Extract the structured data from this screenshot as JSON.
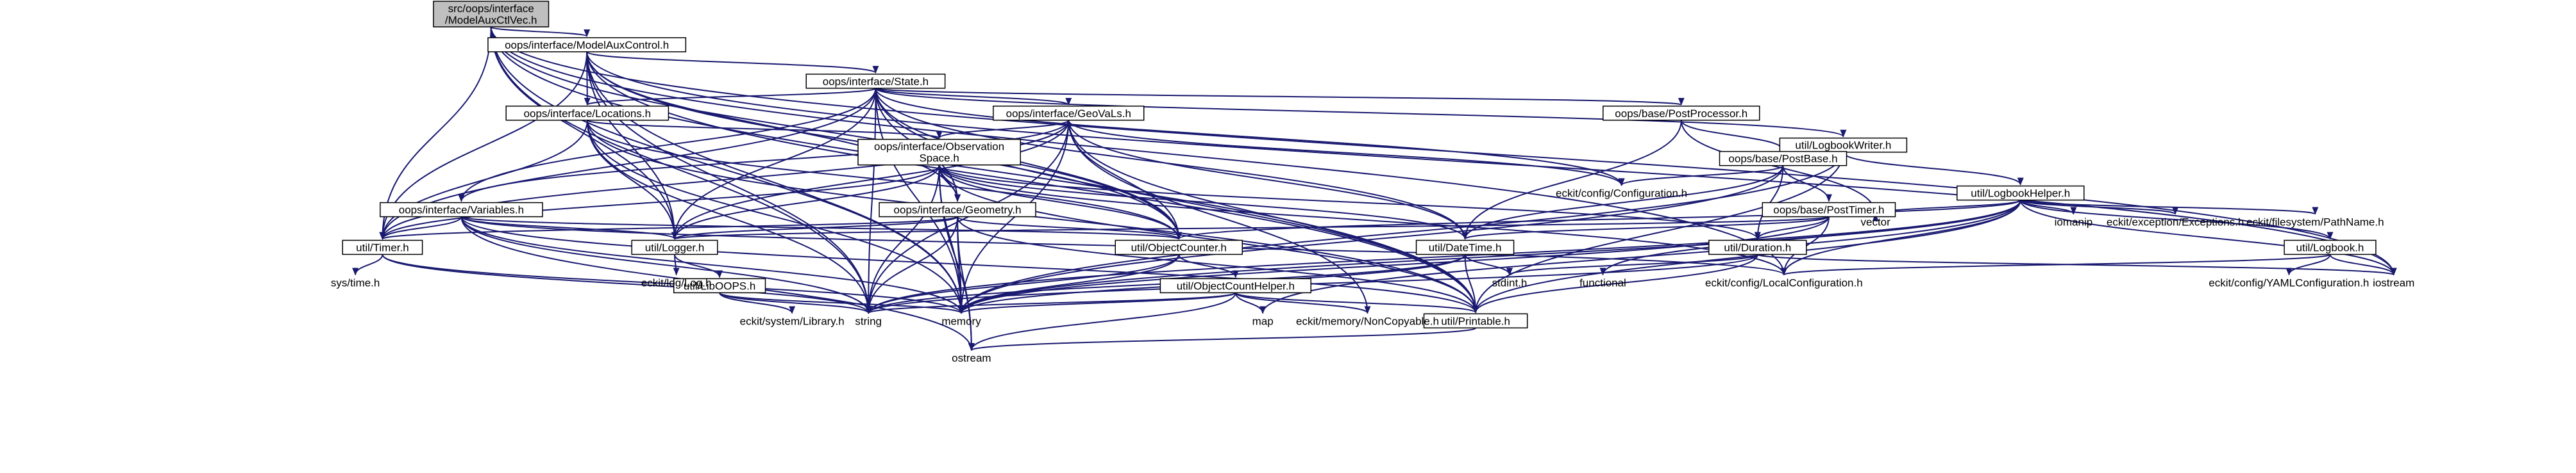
{
  "colors": {
    "edge": "#191970",
    "root_fill": "#bfbfbf",
    "box_stroke": "#000000"
  },
  "nodes": [
    {
      "id": "root",
      "lines": [
        "src/oops/interface",
        "/ModelAuxCtlVec.h"
      ],
      "boxed": true,
      "root": true
    },
    {
      "id": "mac",
      "lines": [
        "oops/interface/ModelAuxControl.h"
      ],
      "boxed": true
    },
    {
      "id": "state",
      "lines": [
        "oops/interface/State.h"
      ],
      "boxed": true
    },
    {
      "id": "loc",
      "lines": [
        "oops/interface/Locations.h"
      ],
      "boxed": true
    },
    {
      "id": "geovals",
      "lines": [
        "oops/interface/GeoVaLs.h"
      ],
      "boxed": true
    },
    {
      "id": "postproc",
      "lines": [
        "oops/base/PostProcessor.h"
      ],
      "boxed": true
    },
    {
      "id": "lbw",
      "lines": [
        "util/LogbookWriter.h"
      ],
      "boxed": true
    },
    {
      "id": "obsspace",
      "lines": [
        "oops/interface/Observation",
        "Space.h"
      ],
      "boxed": true
    },
    {
      "id": "postbase",
      "lines": [
        "oops/base/PostBase.h"
      ],
      "boxed": true
    },
    {
      "id": "lbh",
      "lines": [
        "util/LogbookHelper.h"
      ],
      "boxed": true
    },
    {
      "id": "variables",
      "lines": [
        "oops/interface/Variables.h"
      ],
      "boxed": true
    },
    {
      "id": "geometry",
      "lines": [
        "oops/interface/Geometry.h"
      ],
      "boxed": true
    },
    {
      "id": "posttimer",
      "lines": [
        "oops/base/PostTimer.h"
      ],
      "boxed": true
    },
    {
      "id": "timer",
      "lines": [
        "util/Timer.h"
      ],
      "boxed": true
    },
    {
      "id": "logger",
      "lines": [
        "util/Logger.h"
      ],
      "boxed": true
    },
    {
      "id": "objcounter",
      "lines": [
        "util/ObjectCounter.h"
      ],
      "boxed": true
    },
    {
      "id": "datetime",
      "lines": [
        "util/DateTime.h"
      ],
      "boxed": true
    },
    {
      "id": "duration",
      "lines": [
        "util/Duration.h"
      ],
      "boxed": true
    },
    {
      "id": "logbook",
      "lines": [
        "util/Logbook.h"
      ],
      "boxed": true
    },
    {
      "id": "liboops",
      "lines": [
        "util/LibOOPS.h"
      ],
      "boxed": true
    },
    {
      "id": "objcounthelper",
      "lines": [
        "util/ObjectCountHelper.h"
      ],
      "boxed": true
    },
    {
      "id": "printable",
      "lines": [
        "util/Printable.h"
      ],
      "boxed": true
    },
    {
      "id": "ecconfig",
      "lines": [
        "eckit/config/Configuration.h"
      ],
      "boxed": false
    },
    {
      "id": "vector",
      "lines": [
        "vector"
      ],
      "boxed": false
    },
    {
      "id": "iomanip",
      "lines": [
        "iomanip"
      ],
      "boxed": false
    },
    {
      "id": "eckexc",
      "lines": [
        "eckit/exception/Exceptions.h"
      ],
      "boxed": false
    },
    {
      "id": "eckpath",
      "lines": [
        "eckit/filesystem/PathName.h"
      ],
      "boxed": false
    },
    {
      "id": "systime",
      "lines": [
        "sys/time.h"
      ],
      "boxed": false
    },
    {
      "id": "ecklog",
      "lines": [
        "eckit/log/Log.h"
      ],
      "boxed": false
    },
    {
      "id": "stdint",
      "lines": [
        "stdint.h"
      ],
      "boxed": false
    },
    {
      "id": "functional",
      "lines": [
        "functional"
      ],
      "boxed": false
    },
    {
      "id": "ecklocal",
      "lines": [
        "eckit/config/LocalConfiguration.h"
      ],
      "boxed": false
    },
    {
      "id": "iostream",
      "lines": [
        "iostream"
      ],
      "boxed": false
    },
    {
      "id": "eckyaml",
      "lines": [
        "eckit/config/YAMLConfiguration.h"
      ],
      "boxed": false
    },
    {
      "id": "string",
      "lines": [
        "string"
      ],
      "boxed": false
    },
    {
      "id": "memory",
      "lines": [
        "memory"
      ],
      "boxed": false
    },
    {
      "id": "ecklib",
      "lines": [
        "eckit/system/Library.h"
      ],
      "boxed": false
    },
    {
      "id": "map",
      "lines": [
        "map"
      ],
      "boxed": false
    },
    {
      "id": "ecknoncopy",
      "lines": [
        "eckit/memory/NonCopyable.h"
      ],
      "boxed": false
    },
    {
      "id": "ostream",
      "lines": [
        "ostream"
      ],
      "boxed": false
    }
  ],
  "edges": [
    [
      "root",
      "mac"
    ],
    [
      "root",
      "timer"
    ],
    [
      "root",
      "logger"
    ],
    [
      "root",
      "objcounter"
    ],
    [
      "root",
      "printable"
    ],
    [
      "root",
      "string"
    ],
    [
      "root",
      "memory"
    ],
    [
      "root",
      "iostream"
    ],
    [
      "root",
      "ecklocal"
    ],
    [
      "mac",
      "state"
    ],
    [
      "mac",
      "geometry"
    ],
    [
      "mac",
      "loc"
    ],
    [
      "mac",
      "timer"
    ],
    [
      "mac",
      "logger"
    ],
    [
      "mac",
      "objcounter"
    ],
    [
      "mac",
      "printable"
    ],
    [
      "mac",
      "string"
    ],
    [
      "mac",
      "memory"
    ],
    [
      "mac",
      "iostream"
    ],
    [
      "state",
      "geovals"
    ],
    [
      "state",
      "loc"
    ],
    [
      "state",
      "postproc"
    ],
    [
      "state",
      "lbw"
    ],
    [
      "state",
      "geometry"
    ],
    [
      "state",
      "variables"
    ],
    [
      "state",
      "datetime"
    ],
    [
      "state",
      "timer"
    ],
    [
      "state",
      "logger"
    ],
    [
      "state",
      "objcounter"
    ],
    [
      "state",
      "printable"
    ],
    [
      "state",
      "ecconfig"
    ],
    [
      "state",
      "string"
    ],
    [
      "state",
      "memory"
    ],
    [
      "loc",
      "obsspace"
    ],
    [
      "loc",
      "timer"
    ],
    [
      "loc",
      "logger"
    ],
    [
      "loc",
      "objcounter"
    ],
    [
      "loc",
      "printable"
    ],
    [
      "loc",
      "string"
    ],
    [
      "loc",
      "memory"
    ],
    [
      "geovals",
      "obsspace"
    ],
    [
      "geovals",
      "variables"
    ],
    [
      "geovals",
      "datetime"
    ],
    [
      "geovals",
      "timer"
    ],
    [
      "geovals",
      "logger"
    ],
    [
      "geovals",
      "objcounter"
    ],
    [
      "geovals",
      "printable"
    ],
    [
      "geovals",
      "ecconfig"
    ],
    [
      "geovals",
      "string"
    ],
    [
      "geovals",
      "memory"
    ],
    [
      "geovals",
      "ecknoncopy"
    ],
    [
      "postproc",
      "postbase"
    ],
    [
      "postproc",
      "datetime"
    ],
    [
      "postproc",
      "vector"
    ],
    [
      "lbw",
      "lbh"
    ],
    [
      "lbw",
      "printable"
    ],
    [
      "lbw",
      "memory"
    ],
    [
      "obsspace",
      "geometry"
    ],
    [
      "obsspace",
      "datetime"
    ],
    [
      "obsspace",
      "duration"
    ],
    [
      "obsspace",
      "timer"
    ],
    [
      "obsspace",
      "logger"
    ],
    [
      "obsspace",
      "objcounter"
    ],
    [
      "obsspace",
      "printable"
    ],
    [
      "obsspace",
      "ecklocal"
    ],
    [
      "obsspace",
      "string"
    ],
    [
      "obsspace",
      "memory"
    ],
    [
      "obsspace",
      "ostream"
    ],
    [
      "postbase",
      "posttimer"
    ],
    [
      "postbase",
      "datetime"
    ],
    [
      "postbase",
      "duration"
    ],
    [
      "postbase",
      "ecconfig"
    ],
    [
      "postbase",
      "memory"
    ],
    [
      "posttimer",
      "datetime"
    ],
    [
      "posttimer",
      "duration"
    ],
    [
      "posttimer",
      "logger"
    ],
    [
      "posttimer",
      "ecklocal"
    ],
    [
      "posttimer",
      "vector"
    ],
    [
      "posttimer",
      "memory"
    ],
    [
      "lbh",
      "logbook"
    ],
    [
      "lbh",
      "iomanip"
    ],
    [
      "lbh",
      "eckexc"
    ],
    [
      "lbh",
      "eckpath"
    ],
    [
      "lbh",
      "ecklocal"
    ],
    [
      "lbh",
      "functional"
    ],
    [
      "lbh",
      "objcounter"
    ],
    [
      "lbh",
      "printable"
    ],
    [
      "lbh",
      "string"
    ],
    [
      "lbh",
      "memory"
    ],
    [
      "lbh",
      "map"
    ],
    [
      "lbh",
      "vector"
    ],
    [
      "lbh",
      "iostream"
    ],
    [
      "variables",
      "timer"
    ],
    [
      "variables",
      "logger"
    ],
    [
      "variables",
      "objcounter"
    ],
    [
      "variables",
      "printable"
    ],
    [
      "variables",
      "string"
    ],
    [
      "variables",
      "memory"
    ],
    [
      "variables",
      "ostream"
    ],
    [
      "variables",
      "ecklocal"
    ],
    [
      "geometry",
      "timer"
    ],
    [
      "geometry",
      "logger"
    ],
    [
      "geometry",
      "objcounter"
    ],
    [
      "geometry",
      "printable"
    ],
    [
      "geometry",
      "string"
    ],
    [
      "geometry",
      "memory"
    ],
    [
      "geometry",
      "ostream"
    ],
    [
      "timer",
      "systime"
    ],
    [
      "timer",
      "string"
    ],
    [
      "timer",
      "memory"
    ],
    [
      "logger",
      "liboops"
    ],
    [
      "logger",
      "ecklog"
    ],
    [
      "liboops",
      "ecklib"
    ],
    [
      "liboops",
      "string"
    ],
    [
      "liboops",
      "memory"
    ],
    [
      "objcounter",
      "objcounthelper"
    ],
    [
      "objcounter",
      "string"
    ],
    [
      "objcounter",
      "memory"
    ],
    [
      "objcounthelper",
      "printable"
    ],
    [
      "objcounthelper",
      "ecknoncopy"
    ],
    [
      "objcounthelper",
      "map"
    ],
    [
      "objcounthelper",
      "string"
    ],
    [
      "objcounthelper",
      "memory"
    ],
    [
      "objcounthelper",
      "ostream"
    ],
    [
      "datetime",
      "stdint"
    ],
    [
      "datetime",
      "printable"
    ],
    [
      "datetime",
      "string"
    ],
    [
      "datetime",
      "memory"
    ],
    [
      "duration",
      "stdint"
    ],
    [
      "duration",
      "printable"
    ],
    [
      "duration",
      "string"
    ],
    [
      "duration",
      "iostream"
    ],
    [
      "logbook",
      "ecklocal"
    ],
    [
      "logbook",
      "eckyaml"
    ],
    [
      "logbook",
      "iostream"
    ],
    [
      "printable",
      "ostream"
    ]
  ]
}
